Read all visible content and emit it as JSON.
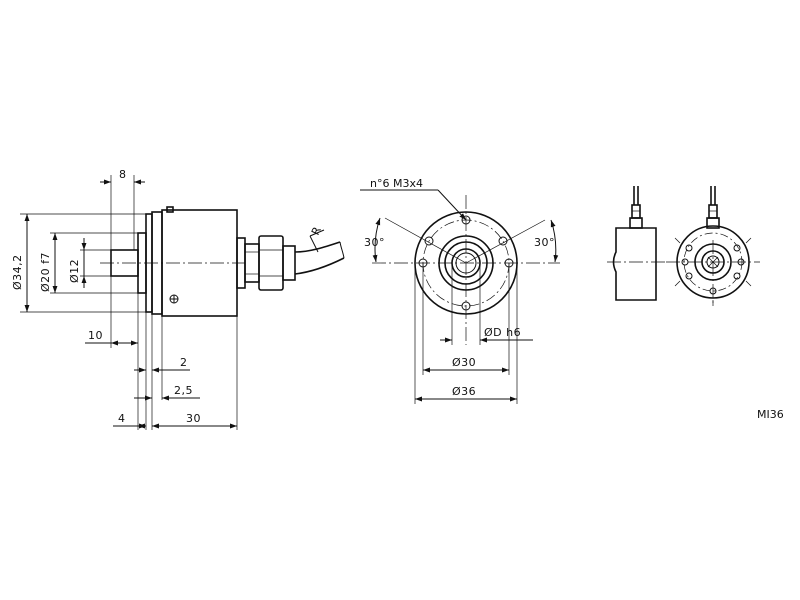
{
  "labels": {
    "dim_8": "8",
    "dim_d342": "Ø34,2",
    "dim_d20f7": "Ø20 f7",
    "dim_d12": "Ø12",
    "dim_r": "R",
    "dim_10": "10",
    "dim_2": "2",
    "dim_25": "2,5",
    "dim_4": "4",
    "dim_30_len": "30",
    "note_holes": "n°6 M3x4",
    "angle_left": "30°",
    "angle_right": "30°",
    "dim_dh6": "ØD h6",
    "dim_d30": "Ø30",
    "dim_d36": "Ø36",
    "code": "MI36"
  }
}
